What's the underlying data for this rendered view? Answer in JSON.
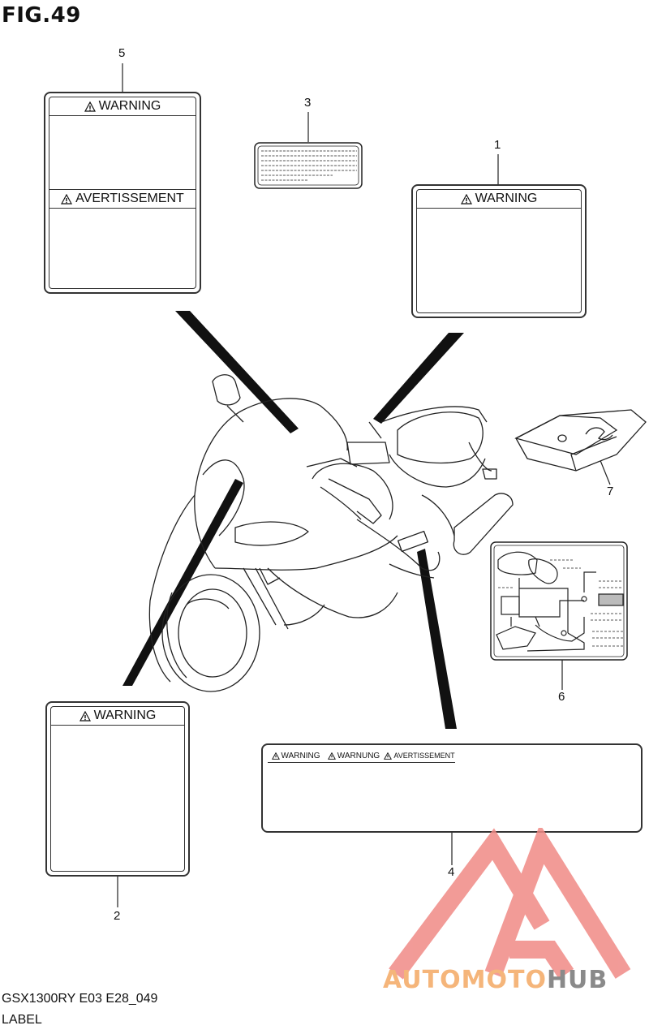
{
  "figure": {
    "title": "FIG.49"
  },
  "callouts": {
    "c1": "1",
    "c2": "2",
    "c3": "3",
    "c4": "4",
    "c5": "5",
    "c6": "6",
    "c7": "7"
  },
  "labels": {
    "warning": "WARNING",
    "avertissement": "AVERTISSEMENT",
    "warnung": "WARNUNG"
  },
  "footer": {
    "model_code": "GSX1300RY E03 E28_049",
    "section": "LABEL"
  },
  "watermark": {
    "brand_a": "AUTOMOTO",
    "brand_b": "HUB",
    "color_a": "#f5b57a",
    "color_b": "#8a8a8a",
    "logo_color": "#f08a86"
  },
  "icons": {
    "warning_symbol": "warning-triangle-icon"
  }
}
